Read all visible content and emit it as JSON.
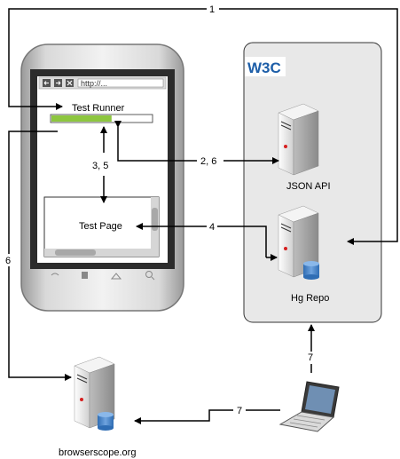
{
  "nodes": {
    "browser_url": "http://...",
    "test_runner": "Test Runner",
    "test_page": "Test Page",
    "json_api": "JSON API",
    "hg_repo": "Hg Repo",
    "browserscope": "browserscope.org",
    "w3c_logo": "W3C"
  },
  "edges": {
    "e1": "1",
    "e26": "2, 6",
    "e35": "3, 5",
    "e4": "4",
    "e6": "6",
    "e7_up": "7",
    "e7_left": "7"
  },
  "progress": {
    "value": 0.6
  },
  "colors": {
    "panel": "#e8e8e8",
    "progress_fill": "#8dc63f",
    "w3c_blue": "#1d5ea8"
  }
}
